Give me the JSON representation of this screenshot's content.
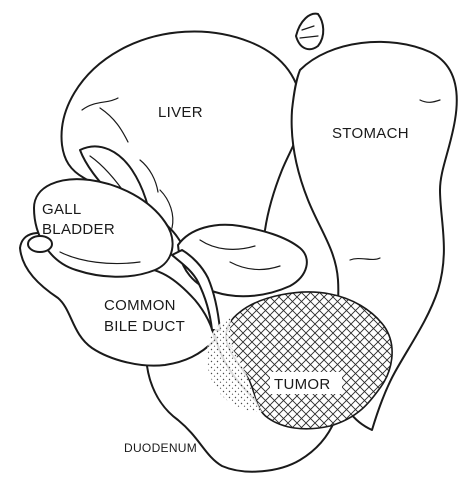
{
  "labels": {
    "liver": "LIVER",
    "stomach": "STOMACH",
    "gall_line1": "GALL",
    "gall_line2": "BLADDER",
    "cbd_line1": "COMMON",
    "cbd_line2": "BILE DUCT",
    "tumor": "TUMOR",
    "duodenum": "DUODENUM"
  },
  "colors": {
    "line": "#1a1a1a",
    "background": "#ffffff",
    "hatch": "#2a2a2a"
  }
}
